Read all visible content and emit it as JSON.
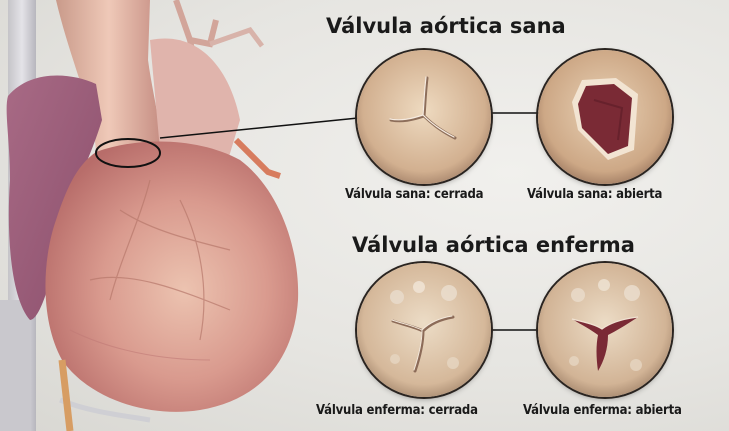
{
  "healthy": {
    "title": "Válvula aórtica sana",
    "closed_caption": "Válvula sana: cerrada",
    "open_caption": "Válvula sana: abierta"
  },
  "diseased": {
    "title": "Válvula aórtica enferma",
    "closed_caption": "Válvula enferma: cerrada",
    "open_caption": "Válvula enferma: abierta"
  },
  "colors": {
    "background": "#e4e3df",
    "heart_muscle": "#d99a8e",
    "valve_tissue": "#dcc0a2",
    "valve_opening": "#7a2a35"
  }
}
